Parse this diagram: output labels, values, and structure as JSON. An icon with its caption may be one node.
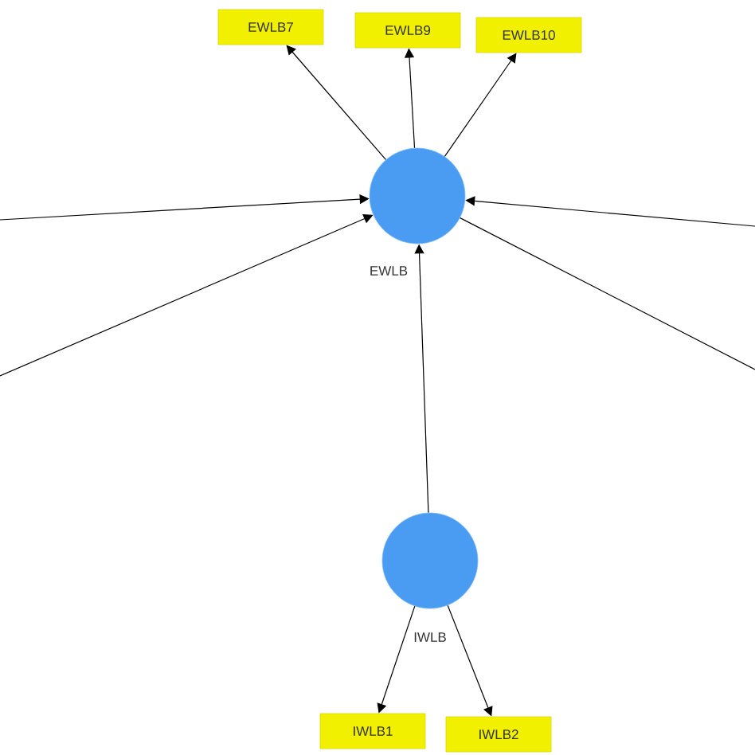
{
  "diagram": {
    "nodes": [
      {
        "text": [
          "EWLB7"
        ]
      },
      {
        "text": [
          "EWLB9"
        ]
      },
      {
        "text": [
          "EWLB10"
        ]
      },
      {
        "text": [
          "EWLB"
        ]
      },
      {
        "text": [
          "IWLB"
        ]
      },
      {
        "text": [
          "IWLB1"
        ]
      },
      {
        "text": [
          "IWLB2"
        ]
      }
    ],
    "edges": [
      {
        "from": 3,
        "to": 0,
        "arrow": "to"
      },
      {
        "from": 3,
        "to": 1,
        "arrow": "to"
      },
      {
        "from": 3,
        "to": 2,
        "arrow": "to"
      },
      {
        "from": null,
        "to": 3,
        "arrow": "to"
      },
      {
        "from": null,
        "to": 3,
        "arrow": "to"
      },
      {
        "from": null,
        "to": 3,
        "arrow": "to"
      },
      {
        "from": 3,
        "to": null,
        "arrow": "none"
      },
      {
        "from": 4,
        "to": 3,
        "arrow": "to"
      },
      {
        "from": 4,
        "to": 5,
        "arrow": "to"
      },
      {
        "from": 4,
        "to": 6,
        "arrow": "to"
      }
    ]
  }
}
